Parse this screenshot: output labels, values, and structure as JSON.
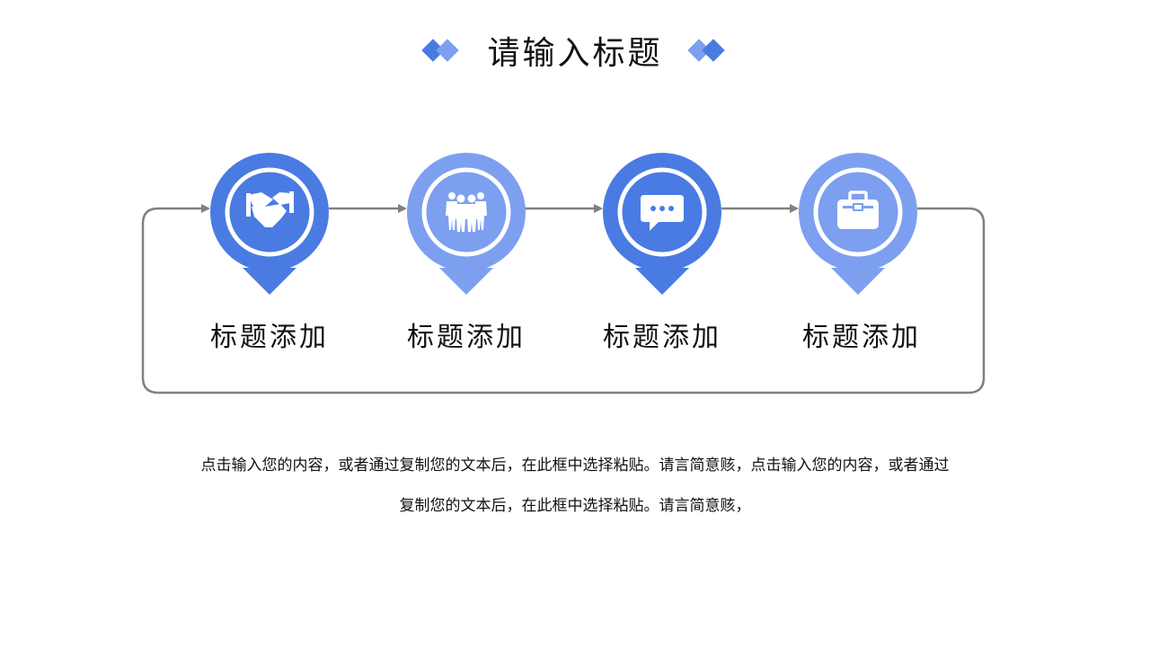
{
  "title": "请输入标题",
  "colors": {
    "primary": "#4a7be2",
    "secondary": "#7d9ff0",
    "connector": "#808080",
    "text": "#111111"
  },
  "steps": [
    {
      "label": "标题添加",
      "icon": "handshake-icon",
      "color": "primary"
    },
    {
      "label": "标题添加",
      "icon": "team-icon",
      "color": "secondary"
    },
    {
      "label": "标题添加",
      "icon": "chat-bubble-icon",
      "color": "primary"
    },
    {
      "label": "标题添加",
      "icon": "briefcase-icon",
      "color": "secondary"
    }
  ],
  "description": {
    "line1": "点击输入您的内容，或者通过复制您的文本后，在此框中选择粘贴。请言简意赅，点击输入您的内容，或者通过",
    "line2": "复制您的文本后，在此框中选择粘贴。请言简意赅，"
  }
}
